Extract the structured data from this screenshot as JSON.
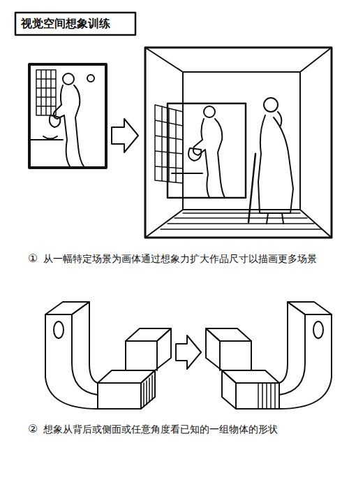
{
  "diagram": {
    "title": "视觉空间想象训练",
    "labels": [
      "①",
      "从一幅特定场景为画体通过想象力扩大作品尺寸以描画更多场景",
      "②",
      "想象从背后或侧面或任意角度看已知的一组物体的形状"
    ]
  }
}
